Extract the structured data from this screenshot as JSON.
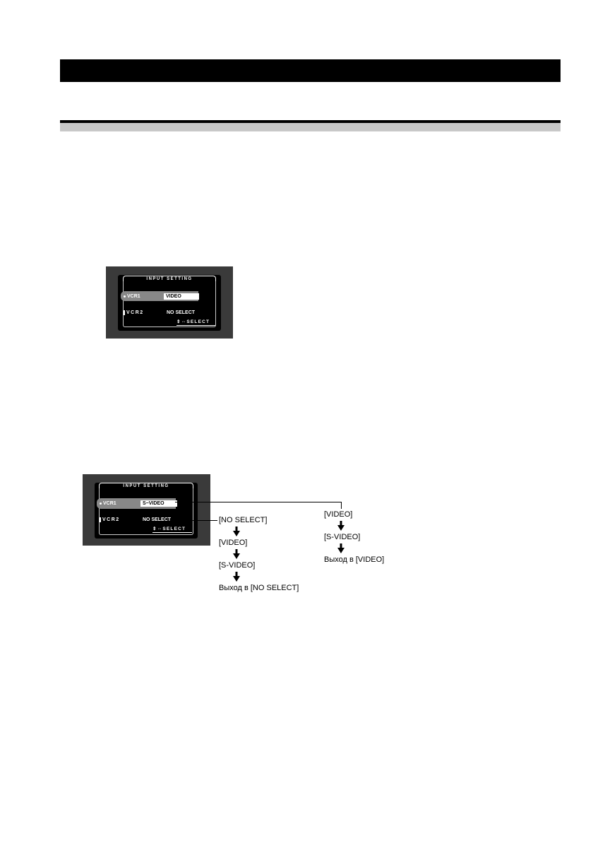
{
  "osd_menu_1": {
    "title": "INPUT SETTING",
    "rows": [
      {
        "label": "VCR1",
        "value": "VIDEO"
      },
      {
        "label": "VCR2",
        "value": "NO  SELECT"
      }
    ],
    "hint": "⇕⇔SELECT"
  },
  "osd_menu_2": {
    "title": "INPUT SETTING",
    "rows": [
      {
        "label": "VCR1",
        "value": "S−VIDEO"
      },
      {
        "label": "VCR2",
        "value": "NO  SELECT"
      }
    ],
    "hint": "⇕⇔SELECT"
  },
  "sequence_vcr2": [
    "[NO SELECT]",
    "[VIDEO]",
    "[S-VIDEO]",
    "Выход в [NO SELECT]"
  ],
  "sequence_vcr1": [
    "[VIDEO]",
    "[S-VIDEO]",
    "Выход в [VIDEO]"
  ],
  "icons": [
    "down-arrow-icon",
    "bullet-icon",
    "bar-icon",
    "updown-leftright-icon"
  ]
}
